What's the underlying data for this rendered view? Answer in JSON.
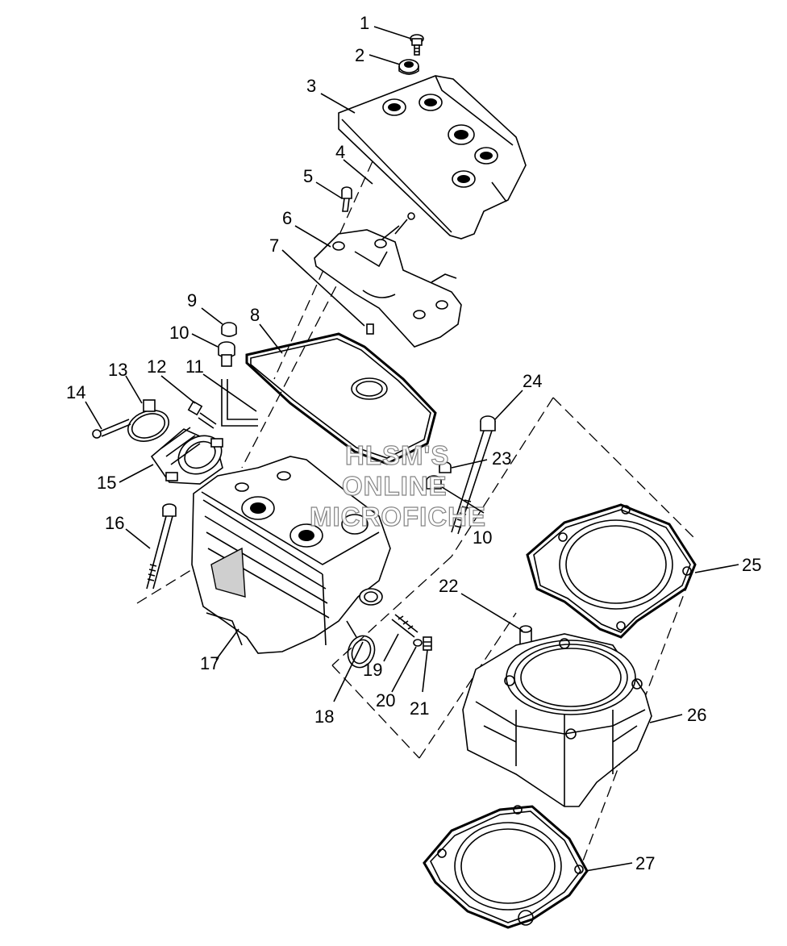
{
  "callouts": [
    {
      "id": "c1",
      "label": "1"
    },
    {
      "id": "c2",
      "label": "2"
    },
    {
      "id": "c3",
      "label": "3"
    },
    {
      "id": "c4",
      "label": "4"
    },
    {
      "id": "c5",
      "label": "5"
    },
    {
      "id": "c6",
      "label": "6"
    },
    {
      "id": "c7",
      "label": "7"
    },
    {
      "id": "c8",
      "label": "8"
    },
    {
      "id": "c9",
      "label": "9"
    },
    {
      "id": "c10a",
      "label": "10"
    },
    {
      "id": "c11",
      "label": "11"
    },
    {
      "id": "c12",
      "label": "12"
    },
    {
      "id": "c13",
      "label": "13"
    },
    {
      "id": "c14",
      "label": "14"
    },
    {
      "id": "c15",
      "label": "15"
    },
    {
      "id": "c16",
      "label": "16"
    },
    {
      "id": "c17",
      "label": "17"
    },
    {
      "id": "c18",
      "label": "18"
    },
    {
      "id": "c19",
      "label": "19"
    },
    {
      "id": "c20",
      "label": "20"
    },
    {
      "id": "c21",
      "label": "21"
    },
    {
      "id": "c22",
      "label": "22"
    },
    {
      "id": "c23",
      "label": "23"
    },
    {
      "id": "c10b",
      "label": "10"
    },
    {
      "id": "c24",
      "label": "24"
    },
    {
      "id": "c25",
      "label": "25"
    },
    {
      "id": "c26",
      "label": "26"
    },
    {
      "id": "c27",
      "label": "27"
    }
  ],
  "watermark": {
    "line1": "HLSM'S",
    "line2": "ONLINE",
    "line3": "MICROFICHE"
  }
}
